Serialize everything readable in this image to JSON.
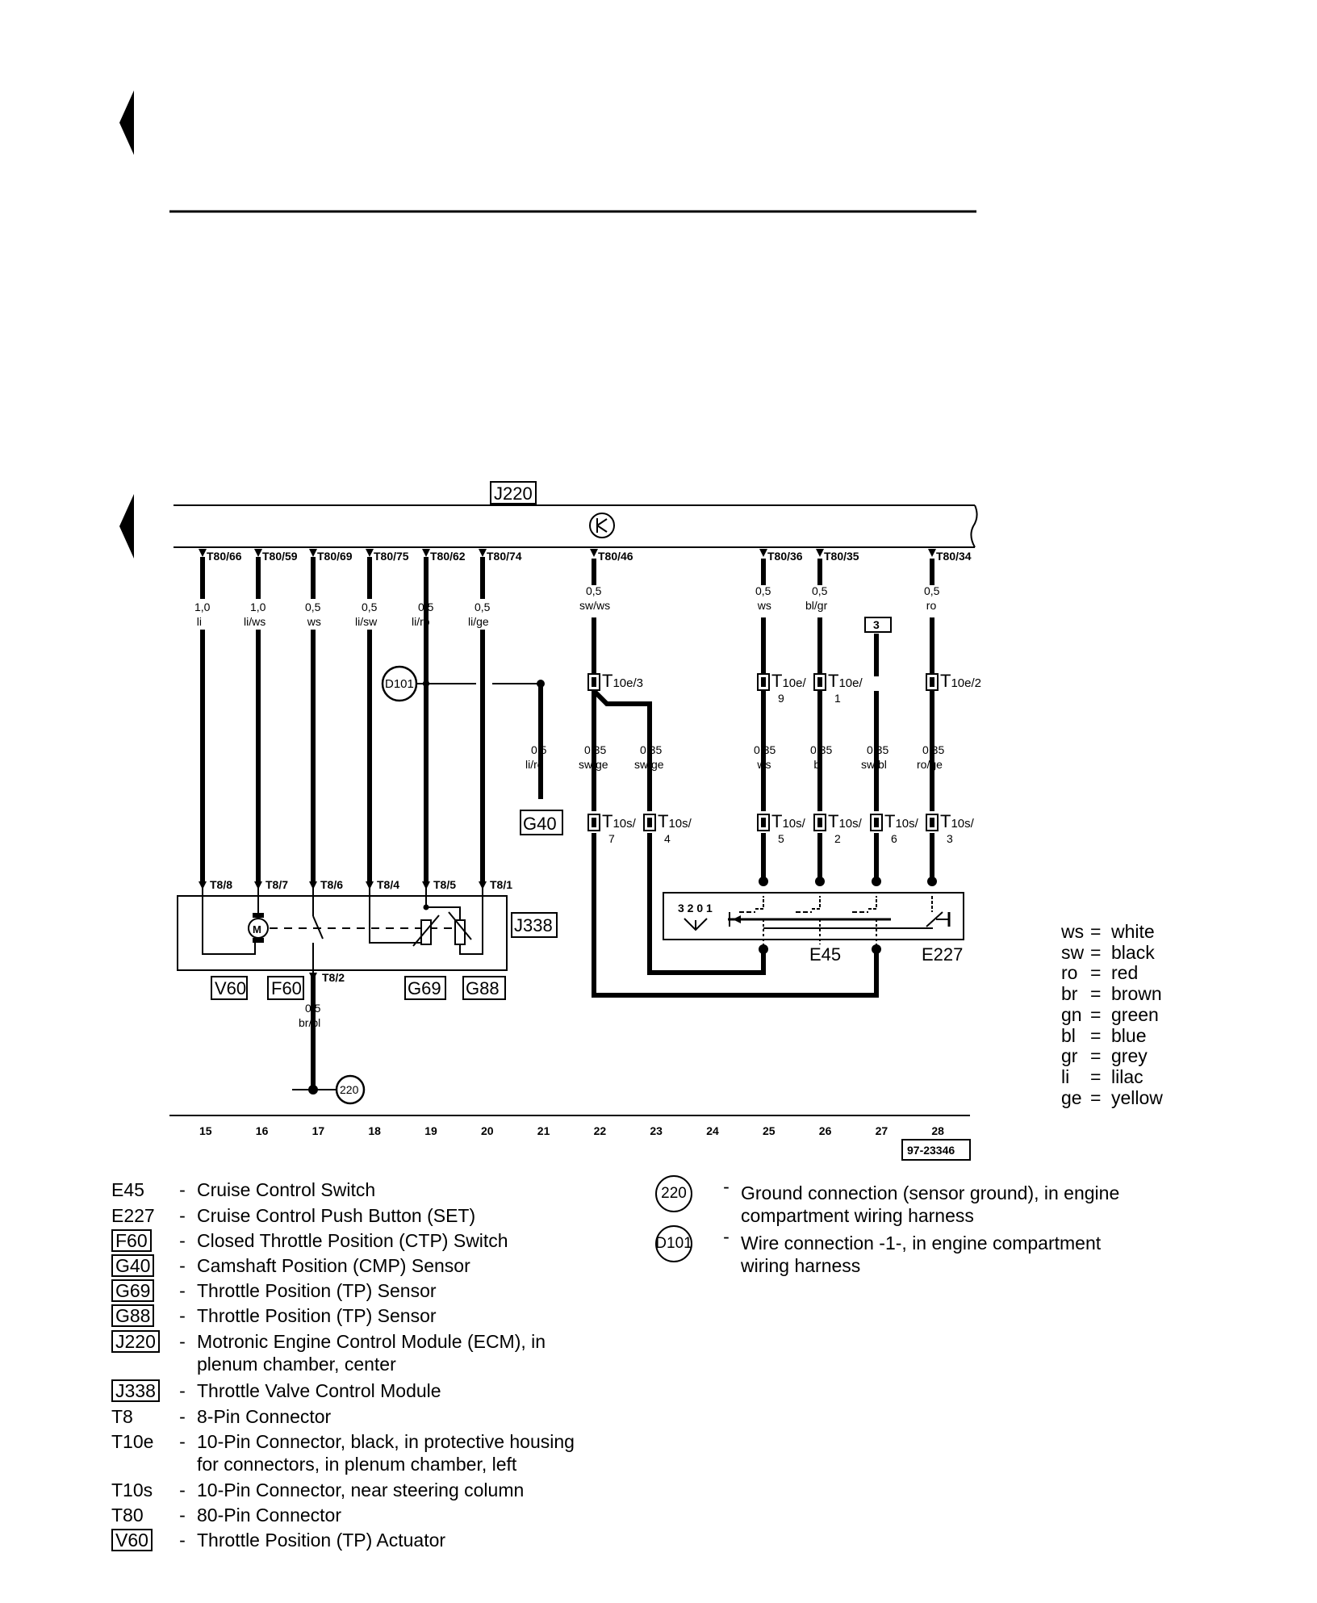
{
  "bus_label": "J220",
  "pins": [
    {
      "label": "T80/66",
      "wire": [
        "1,0",
        "li"
      ]
    },
    {
      "label": "T80/59",
      "wire": [
        "1,0",
        "li/ws"
      ]
    },
    {
      "label": "T80/69",
      "wire": [
        "0,5",
        "ws"
      ]
    },
    {
      "label": "T80/75",
      "wire": [
        "0,5",
        "li/sw"
      ]
    },
    {
      "label": "T80/62",
      "wire": [
        "0,5",
        "li/ro"
      ]
    },
    {
      "label": "T80/74",
      "wire": [
        "0,5",
        "li/ge"
      ]
    },
    {
      "label": "T80/46",
      "wire": [
        "0,5",
        "sw/ws"
      ]
    },
    {
      "label": "T80/36",
      "wire": [
        "0,5",
        "ws"
      ]
    },
    {
      "label": "T80/35",
      "wire": [
        "0,5",
        "bl/gr"
      ]
    },
    {
      "label": "T80/34",
      "wire": [
        "0,5",
        "ro"
      ]
    }
  ],
  "t8_pins": [
    "T8/8",
    "T8/7",
    "T8/6",
    "T8/4",
    "T8/5",
    "T8/1"
  ],
  "t8_2": "T8/2",
  "ground_wire": [
    "0,5",
    "br/bl"
  ],
  "d101": "D101",
  "g220": "220",
  "box3": "3",
  "mid_wires": [
    [
      "0,5",
      "li/ro"
    ],
    [
      "0,35",
      "sw/ge"
    ],
    [
      "0,35",
      "sw/ge"
    ],
    [
      "0,35",
      "ws"
    ],
    [
      "0,35",
      "bl"
    ],
    [
      "0,35",
      "sw/bl"
    ],
    [
      "0,35",
      "ro/ge"
    ]
  ],
  "t10e": [
    {
      "big": "T",
      "small": "10e/3",
      "sub": ""
    },
    {
      "big": "T",
      "small": "10e/",
      "sub": "9"
    },
    {
      "big": "T",
      "small": "10e/",
      "sub": "1"
    },
    {
      "big": "T",
      "small": "10e/2",
      "sub": ""
    }
  ],
  "t10s": [
    {
      "big": "T",
      "small": "10s/",
      "sub": "7"
    },
    {
      "big": "T",
      "small": "10s/",
      "sub": "4"
    },
    {
      "big": "T",
      "small": "10s/",
      "sub": "5"
    },
    {
      "big": "T",
      "small": "10s/",
      "sub": "2"
    },
    {
      "big": "T",
      "small": "10s/",
      "sub": "6"
    },
    {
      "big": "T",
      "small": "10s/",
      "sub": "3"
    }
  ],
  "components": {
    "g40": "G40",
    "j338": "J338",
    "v60": "V60",
    "f60": "F60",
    "g69": "G69",
    "g88": "G88",
    "e45": "E45",
    "e227": "E227",
    "motor": "M",
    "switch_digits": "3 2 0 1"
  },
  "tracks": [
    "15",
    "16",
    "17",
    "18",
    "19",
    "20",
    "21",
    "22",
    "23",
    "24",
    "25",
    "26",
    "27",
    "28"
  ],
  "ref_code": "97-23346",
  "color_legend": [
    {
      "code": "ws",
      "name": "white"
    },
    {
      "code": "sw",
      "name": "black"
    },
    {
      "code": "ro",
      "name": "red"
    },
    {
      "code": "br",
      "name": "brown"
    },
    {
      "code": "gn",
      "name": "green"
    },
    {
      "code": "bl",
      "name": "blue"
    },
    {
      "code": "gr",
      "name": "grey"
    },
    {
      "code": "li",
      "name": "lilac"
    },
    {
      "code": "ge",
      "name": "yellow"
    }
  ],
  "key_left": [
    {
      "code": "E45",
      "boxed": false,
      "desc": "Cruise Control Switch"
    },
    {
      "code": "E227",
      "boxed": false,
      "desc": "Cruise Control Push Button (SET)"
    },
    {
      "code": "F60",
      "boxed": true,
      "desc": "Closed Throttle Position (CTP) Switch"
    },
    {
      "code": "G40",
      "boxed": true,
      "desc": "Camshaft Position (CMP) Sensor"
    },
    {
      "code": "G69",
      "boxed": true,
      "desc": "Throttle Position (TP) Sensor"
    },
    {
      "code": "G88",
      "boxed": true,
      "desc": "Throttle Position (TP) Sensor"
    },
    {
      "code": "J220",
      "boxed": true,
      "desc": "Motronic Engine Control Module (ECM), in\nplenum chamber, center"
    },
    {
      "code": "J338",
      "boxed": true,
      "desc": "Throttle Valve Control Module"
    },
    {
      "code": "T8",
      "boxed": false,
      "desc": "8-Pin Connector"
    },
    {
      "code": "T10e",
      "boxed": false,
      "desc": "10-Pin Connector, black, in protective housing\nfor connectors, in plenum chamber, left"
    },
    {
      "code": "T10s",
      "boxed": false,
      "desc": "10-Pin Connector, near steering column"
    },
    {
      "code": "T80",
      "boxed": false,
      "desc": "80-Pin Connector"
    },
    {
      "code": "V60",
      "boxed": true,
      "desc": "Throttle Position (TP) Actuator"
    }
  ],
  "key_right": [
    {
      "code": "220",
      "desc": "Ground connection (sensor ground), in engine\ncompartment wiring harness"
    },
    {
      "code": "D101",
      "desc": "Wire connection -1-, in engine compartment\nwiring harness"
    }
  ]
}
